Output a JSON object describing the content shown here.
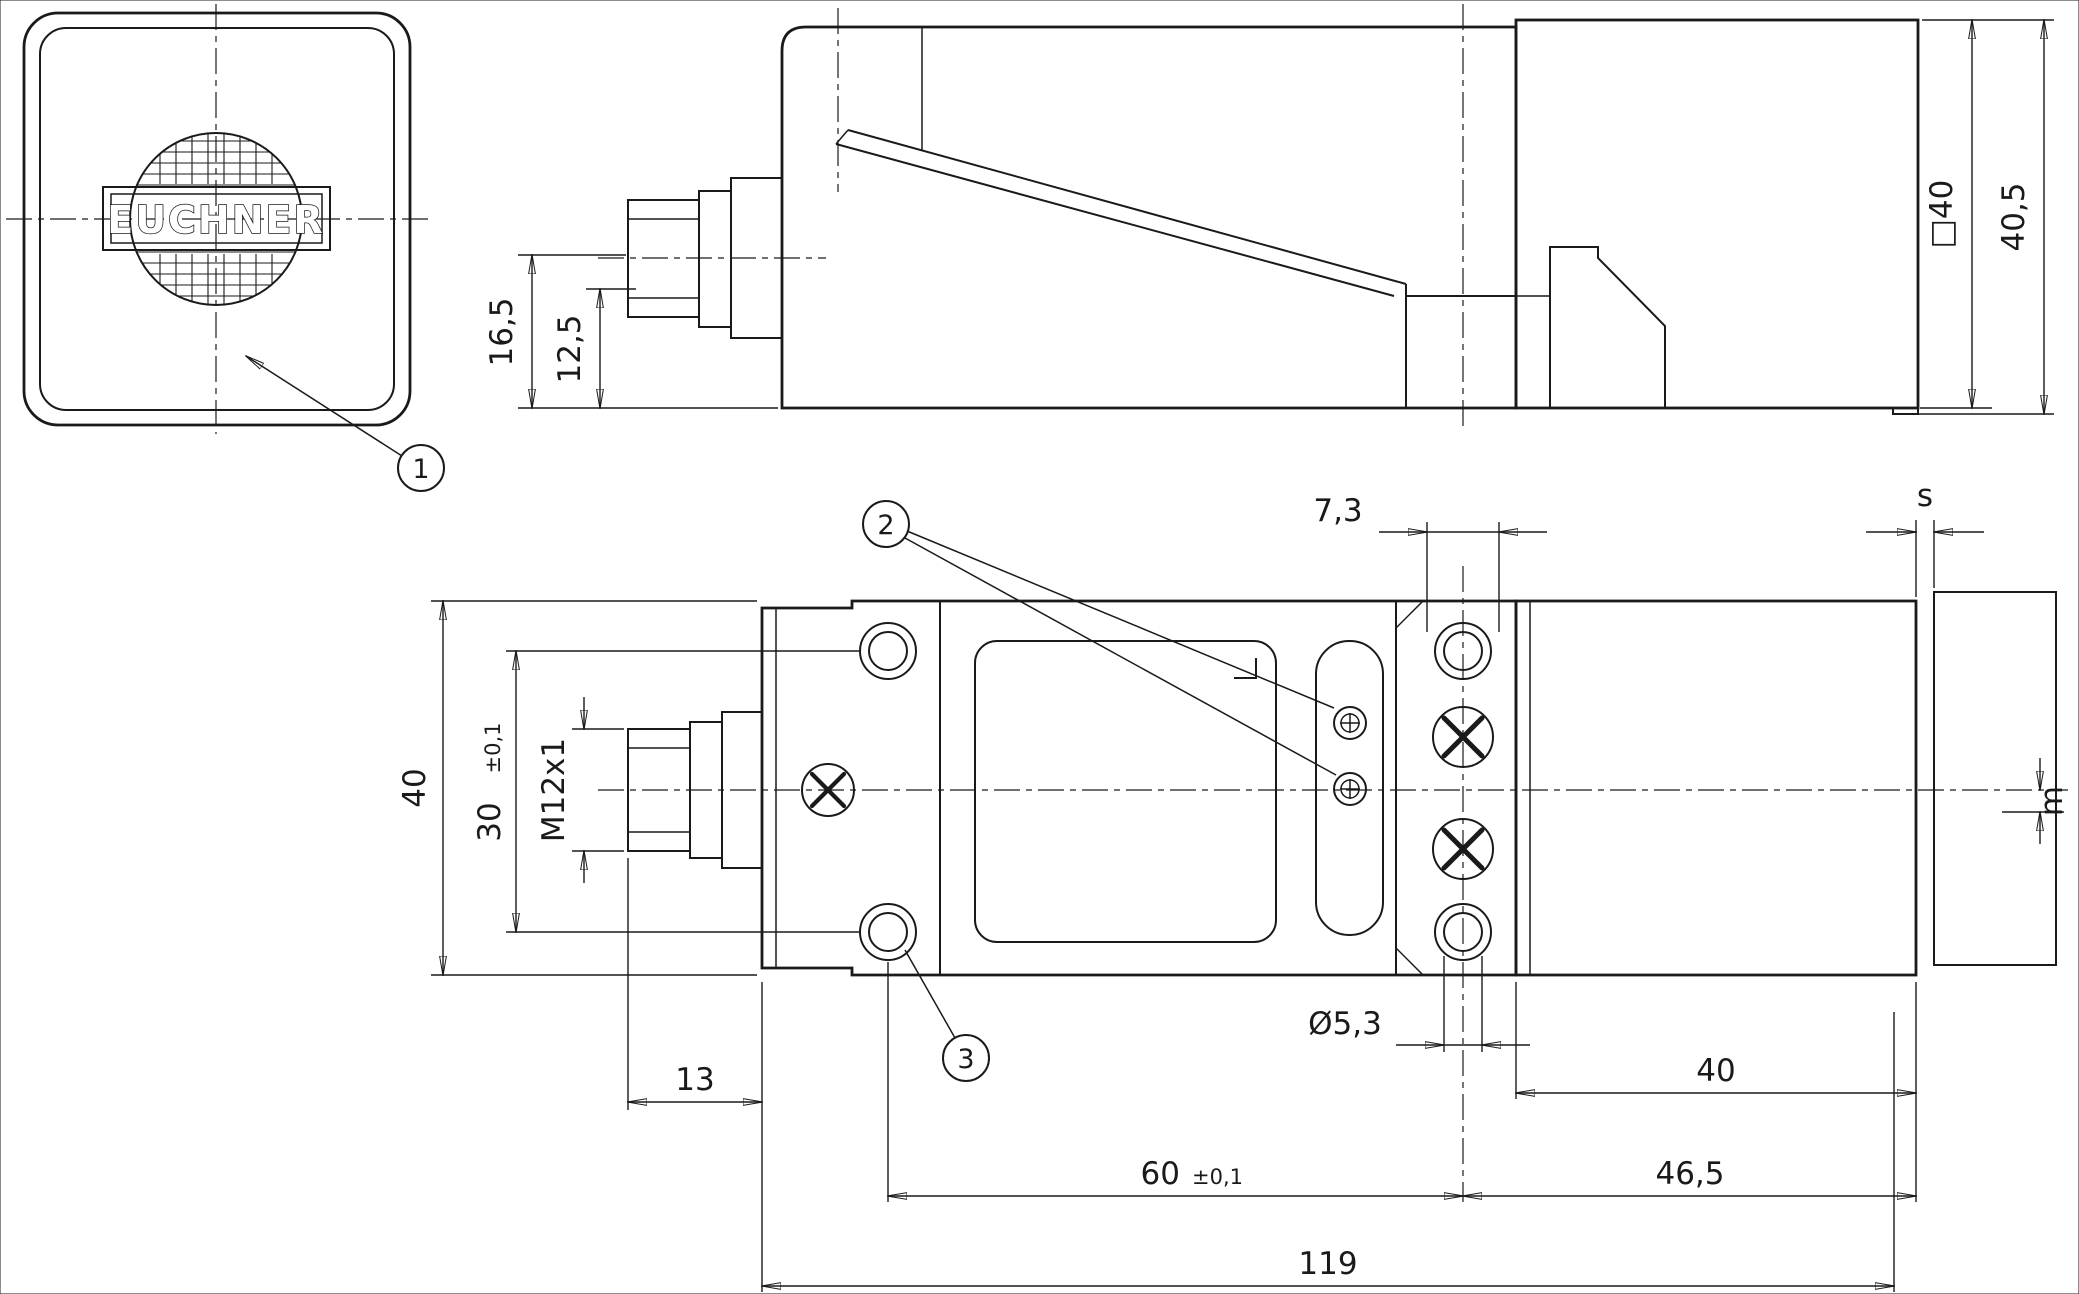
{
  "drawing": {
    "logo": "EUCHNER",
    "balloons": {
      "b1": "1",
      "b2": "2",
      "b3": "3"
    },
    "side": {
      "connector_center_height": "16,5",
      "connector_lower_height": "12,5",
      "head_square": "□40",
      "head_height": "40,5"
    },
    "top": {
      "body_width": "40",
      "hole_pitch_v": "30",
      "hole_pitch_v_tol": "±0,1",
      "thread": "M12x1",
      "slot_len": "7,3",
      "gap": "s",
      "offset": "m",
      "hole_dia": "Ø5,3",
      "connector_len": "13",
      "head_len": "40",
      "pitch_h": "60",
      "pitch_h_tol": "±0,1",
      "axis_to_face": "46,5",
      "total_len": "119"
    },
    "colors": {
      "line": "#1a1a1a",
      "face_fill": "#bfbfbf",
      "hole_fill": "#d9d9d9",
      "background": "#ffffff"
    }
  }
}
